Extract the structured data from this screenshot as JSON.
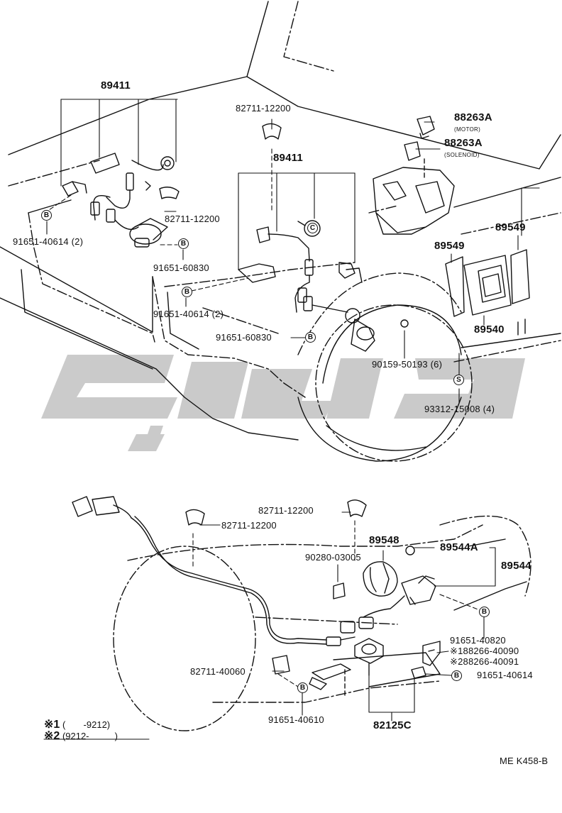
{
  "drawing_code": "ME K458-B",
  "top_view": {
    "labels": {
      "p89411_a": "89411",
      "p82711_12200_a": "82711-12200",
      "p88263A_motor": "88263A",
      "motor_note": "(MOTOR)",
      "p88263A_solenoid": "88263A",
      "solenoid_note": "(SOLENOID)",
      "p89411_b": "89411",
      "p82711_12200_b": "82711-12200",
      "p91651_40614_a": "91651-40614 (2)",
      "p91651_60830_a": "91651-60830",
      "p91651_40614_b": "91651-40614 (2)",
      "p91651_60830_b": "91651-60830",
      "p89549_a": "89549",
      "p89549_b": "89549",
      "p89540": "89540",
      "p90159_50193": "90159-50193 (6)",
      "p93312_15008": "93312-15008 (4)"
    },
    "marks": {
      "b": "B",
      "c": "C",
      "s": "S"
    }
  },
  "bottom_view": {
    "labels": {
      "p82711_12200_c": "82711-12200",
      "p82711_12200_d": "82711-12200",
      "p89548": "89548",
      "p90280_03005": "90280-03005",
      "p89544A": "89544A",
      "p89544": "89544",
      "p91651_40820": "91651-40820",
      "p188266_40090": "※188266-40090",
      "p288266_40091": "※288266-40091",
      "p91651_40614_c": "91651-40614",
      "p82711_40060": "82711-40060",
      "p91651_40610": "91651-40610",
      "p82125C": "82125C"
    },
    "marks": {
      "b": "B"
    }
  },
  "footnotes": {
    "line1_mark": "※1",
    "line1_text": "(       -9212)",
    "line2_mark": "※2",
    "line2_text": "(9212-          )"
  },
  "watermark": {
    "color": "#c8c8c8"
  }
}
